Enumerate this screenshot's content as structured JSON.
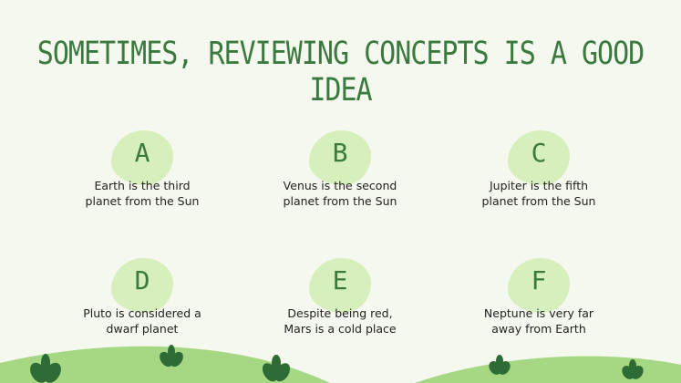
{
  "title": "SOMETIMES, REVIEWING CONCEPTS IS A GOOD IDEA",
  "items": [
    {
      "letter": "A",
      "line1": "Earth is the third",
      "line2": "planet from the Sun"
    },
    {
      "letter": "B",
      "line1": "Venus is the second",
      "line2": "planet from the Sun"
    },
    {
      "letter": "C",
      "line1": "Jupiter is the fifth",
      "line2": "planet from the Sun"
    },
    {
      "letter": "D",
      "line1": "Pluto is considered a",
      "line2": "dwarf planet"
    },
    {
      "letter": "E",
      "line1": "Despite being red,",
      "line2": "Mars is a cold place"
    },
    {
      "letter": "F",
      "line1": "Neptune is very far",
      "line2": "away from Earth"
    }
  ],
  "colors": {
    "background": "#f5f8ee",
    "accent": "#3b7a3f",
    "blob": "#d7eebd",
    "hill": "#a6d884",
    "leaf": "#2f6b35"
  }
}
